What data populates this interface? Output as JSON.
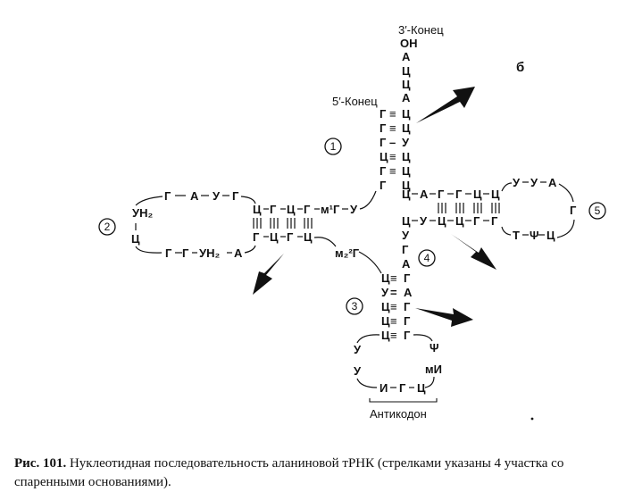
{
  "figure": {
    "panel_letter": "б",
    "end_3": "3′-Конец",
    "end_5": "5′-Конец",
    "anticodon_label": "Антикодон",
    "loop_numbers": [
      "1",
      "2",
      "3",
      "4",
      "5"
    ]
  },
  "acceptor_tail": [
    "ОН",
    "А",
    "Ц",
    "Ц",
    "А"
  ],
  "acceptor_stem": {
    "left": [
      "Г",
      "Г",
      "Г",
      "Ц",
      "Г"
    ],
    "bonds": [
      "≡",
      "≡",
      "–",
      "≡",
      "≡"
    ],
    "right": [
      "Ц",
      "Ц",
      "У",
      "Ц",
      "Ц"
    ]
  },
  "acceptor_junction": [
    "Г",
    "Ц"
  ],
  "d_arm": {
    "top_stem": [
      "Ц",
      "Г",
      "Ц",
      "Г"
    ],
    "bonds": [
      "≡",
      "≡",
      "≡",
      "≡"
    ],
    "bottom_stem": [
      "Г",
      "Ц",
      "Г",
      "Ц"
    ],
    "top_link": [
      "м¹Г",
      "У"
    ],
    "bottom_link": "м₂²Г",
    "loop_top": [
      "Г",
      "А",
      "У",
      "Г"
    ],
    "loop_left": [
      "УН₂",
      "Ц"
    ],
    "loop_bottom": [
      "Г",
      "Г",
      "УН₂",
      "А"
    ]
  },
  "anticodon_arm": {
    "link": [
      "У",
      "Г",
      "А"
    ],
    "left": [
      "Ц",
      "У",
      "Ц",
      "Ц",
      "Ц"
    ],
    "bonds": [
      "≡",
      "=",
      "≡",
      "≡",
      "≡"
    ],
    "right": [
      "Г",
      "А",
      "Г",
      "Г",
      "Г"
    ],
    "loop_left": [
      "У",
      "У"
    ],
    "loop_right": [
      "Ψ",
      "мИ"
    ],
    "anticodon": [
      "И",
      "Г",
      "Ц"
    ]
  },
  "t_arm": {
    "top": [
      "Ц",
      "А",
      "Г",
      "Г",
      "Ц",
      "Ц"
    ],
    "bonds": [
      "",
      "",
      "≡",
      "≡",
      "≡",
      "≡"
    ],
    "bottom": [
      "Ц",
      "У",
      "Ц",
      "Ц",
      "Г",
      "Г"
    ],
    "loop_top": [
      "У",
      "У",
      "А"
    ],
    "loop_right": "Г",
    "loop_bottom": [
      "Т",
      "Ψ",
      "Ц"
    ]
  },
  "caption": {
    "figure_label": "Рис. 101.",
    "text": "Нуклеотидная последовательность аланиновой тРНК (стрелками указаны 4 участка со спаренными основаниями)."
  }
}
